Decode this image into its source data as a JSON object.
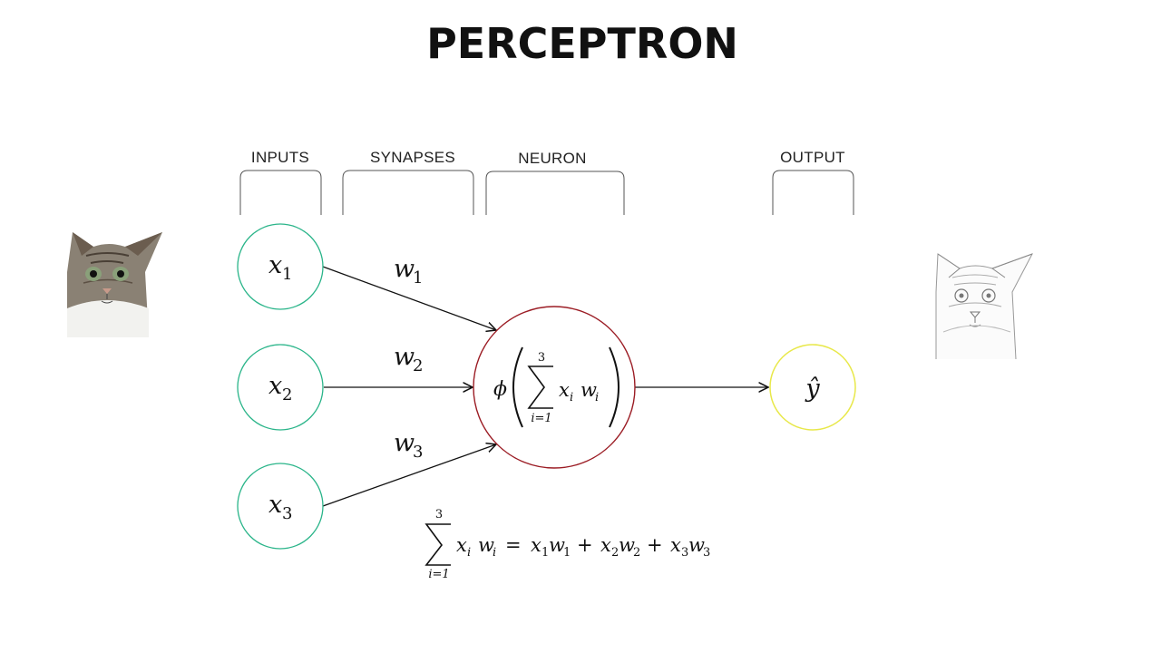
{
  "slide": {
    "title": "PERCEPTRON"
  },
  "sections": {
    "inputs": "INPUTS",
    "synapses": "SYNAPSES",
    "neuron": "NEURON",
    "output": "OUTPUT"
  },
  "inputs": [
    {
      "var": "x",
      "sub": "1"
    },
    {
      "var": "x",
      "sub": "2"
    },
    {
      "var": "x",
      "sub": "3"
    }
  ],
  "weights": [
    {
      "var": "w",
      "sub": "1"
    },
    {
      "var": "w",
      "sub": "2"
    },
    {
      "var": "w",
      "sub": "3"
    }
  ],
  "neuron": {
    "phi": "ϕ",
    "sum_upper": "3",
    "sum_lower": "i=1",
    "term_x": "x",
    "term_x_sub": "i",
    "term_w": "w",
    "term_w_sub": "i"
  },
  "output": {
    "label": "ŷ"
  },
  "formula": {
    "sum_upper": "3",
    "sum_lower": "i=1",
    "lhs_x": "x",
    "lhs_x_sub": "i",
    "lhs_w": "w",
    "lhs_w_sub": "i",
    "eq": "=",
    "plus": "+",
    "terms": [
      {
        "x": "x",
        "xs": "1",
        "w": "w",
        "ws": "1"
      },
      {
        "x": "x",
        "xs": "2",
        "w": "w",
        "ws": "2"
      },
      {
        "x": "x",
        "xs": "3",
        "w": "w",
        "ws": "3"
      }
    ]
  },
  "colors": {
    "input_node": "#2bb58a",
    "neuron_node": "#9b1c24",
    "output_node": "#e8e84a",
    "edge": "#111111"
  },
  "icons": {
    "input_image": "cat-photo-icon",
    "output_image": "cat-sketch-icon"
  }
}
